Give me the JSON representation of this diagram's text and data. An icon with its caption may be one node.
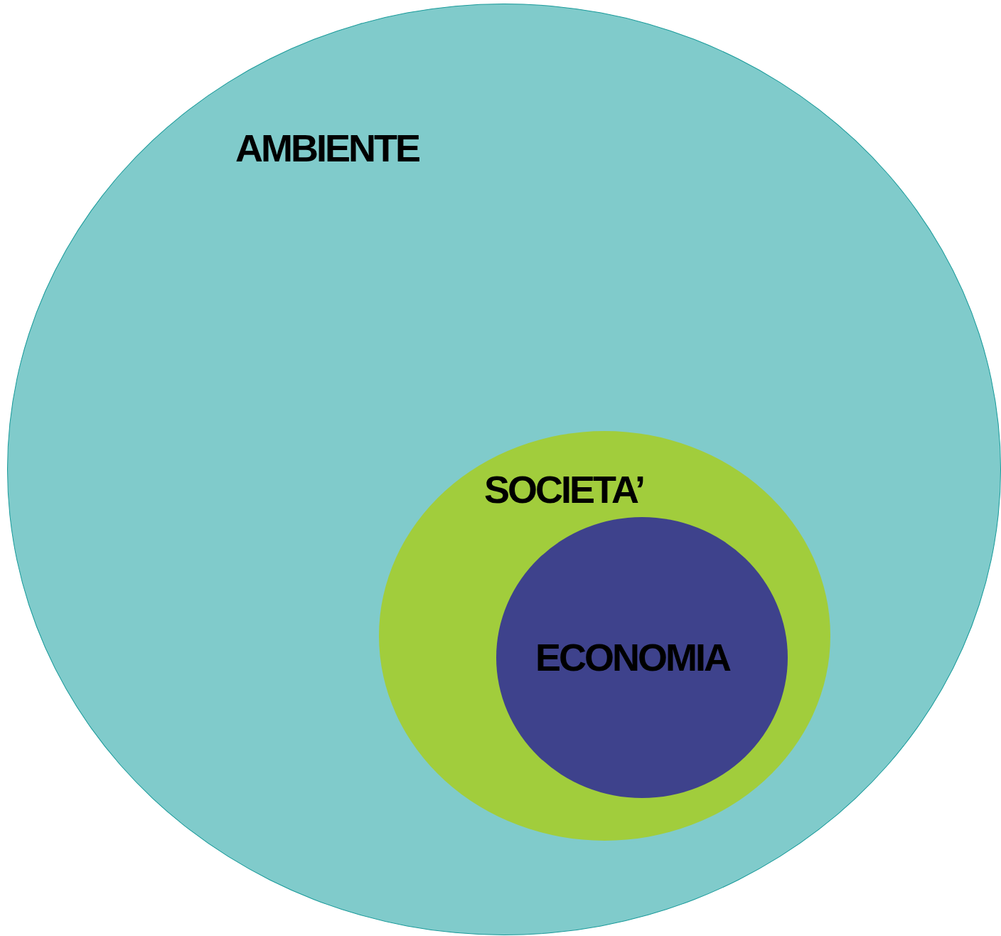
{
  "diagram": {
    "nodes": [
      {
        "text": [
          "AMBIENTE"
        ]
      },
      {
        "text": [
          "SOCIETA’"
        ],
        "in": 0
      },
      {
        "text": [
          "ECONOMIA"
        ],
        "in": 1
      }
    ]
  }
}
